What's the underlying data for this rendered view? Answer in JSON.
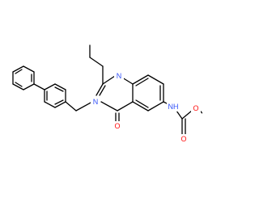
{
  "colors": {
    "bond": "#000000",
    "carbon": "#000000",
    "nitrogen": "#3050F8",
    "oxygen": "#FF0D0D",
    "background": "#ffffff"
  },
  "atoms": {
    "n1": "N",
    "n3": "N",
    "o_keto": "O",
    "nh": "NH",
    "o_carbonyl": "O",
    "o_ester": "O"
  }
}
